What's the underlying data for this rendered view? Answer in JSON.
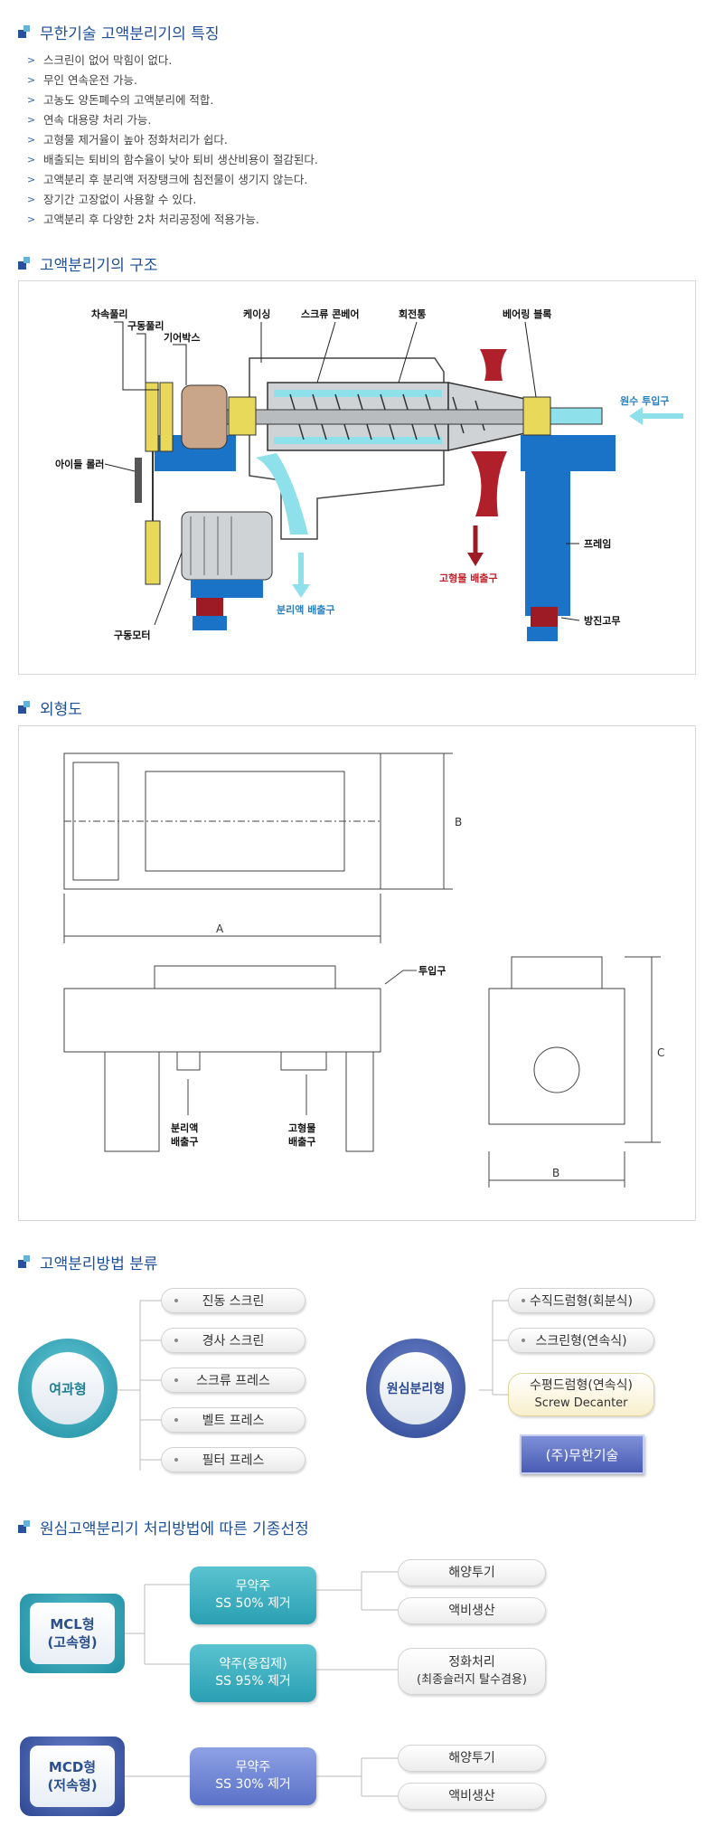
{
  "sections": {
    "features_title": "무한기술 고액분리기의 특징",
    "structure_title": "고액분리기의 구조",
    "outline_title": "외형도",
    "method_title": "고액분리방법 분류",
    "selection_title": "원심고액분리기 처리방법에 따른 기종선정"
  },
  "features": [
    "스크린이 없어 막힘이 없다.",
    "무인 연속운전 가능.",
    "고농도 양돈폐수의 고액분리에 적합.",
    "연속 대용량 처리 가능.",
    "고형물 제거율이 높아 정화처리가 쉽다.",
    "배출되는 퇴비의 함수율이 낮아 퇴비 생산비용이 절감된다.",
    "고액분리 후 분리액 저장탱크에 침전물이 생기지 않는다.",
    "장기간 고장없이 사용할 수 있다.",
    "고액분리 후 다양한 2차 처리공정에 적용가능."
  ],
  "structure_labels": {
    "speed_pulley": "차속풀리",
    "drive_pulley": "구동풀리",
    "gearbox": "기어박스",
    "casing": "케이싱",
    "screw_conveyor": "스크류 콘베어",
    "rotating_drum": "회전통",
    "bearing_block": "베어링 블록",
    "raw_water_inlet": "원수 투입구",
    "idle_roller": "아이들 롤러",
    "frame": "프레임",
    "solid_outlet": "고형물 배출구",
    "liquid_outlet": "분리액 배출구",
    "drive_motor": "구동모터",
    "vibration_rubber": "방진고무"
  },
  "outline_labels": {
    "dim_a": "A",
    "dim_b_top": "B",
    "dim_b_side": "B",
    "dim_c": "C",
    "inlet": "투입구",
    "liquid_outlet_l1": "분리액",
    "liquid_outlet_l2": "배출구",
    "solid_outlet_l1": "고형물",
    "solid_outlet_l2": "배출구"
  },
  "methods": {
    "filter_type": "여과형",
    "filter_items": [
      "진동 스크린",
      "경사 스크린",
      "스크류 프레스",
      "벨트 프레스",
      "필터 프레스"
    ],
    "centrifugal_type": "원심분리형",
    "centrifugal_items": [
      "수직드럼형(회분식)",
      "스크린형(연속식)"
    ],
    "horizontal_item_l1": "수평드럼형(연속식)",
    "horizontal_item_l2": "Screw Decanter",
    "company_tag": "(주)무한기술"
  },
  "selection": {
    "mcl_l1": "MCL형",
    "mcl_l2": "(고속형)",
    "mcl_opt1_l1": "무약주",
    "mcl_opt1_l2": "SS 50% 제거",
    "mcl_opt2_l1": "약주(응집제)",
    "mcl_opt2_l2": "SS 95% 제거",
    "mcl_opt1_uses": [
      "해양투기",
      "액비생산"
    ],
    "mcl_opt2_use_l1": "정화처리",
    "mcl_opt2_use_l2": "(최종슬러지 탈수겸용)",
    "mcd_l1": "MCD형",
    "mcd_l2": "(저속형)",
    "mcd_opt_l1": "무약주",
    "mcd_opt_l2": "SS 30% 제거",
    "mcd_uses": [
      "해양투기",
      "액비생산"
    ]
  },
  "colors": {
    "title_blue": "#1f4f96",
    "teal": "#2fa3b5",
    "navy": "#3555a5",
    "red": "#b0202a",
    "machine_blue": "#1b73c8"
  }
}
